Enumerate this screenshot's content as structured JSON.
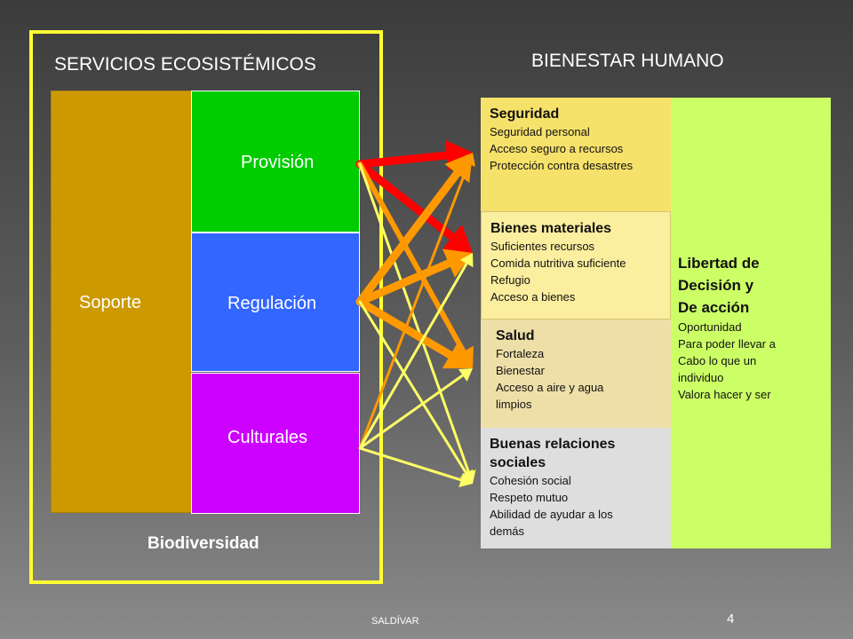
{
  "ecosystem_services": {
    "title": "SERVICIOS ECOSISTÉMICOS",
    "support": "Soporte",
    "provision": "Provisión",
    "regulation": "Regulación",
    "cultural": "Culturales",
    "biodiversity": "Biodiversidad"
  },
  "human_wellbeing": {
    "title": "BIENESTAR HUMANO",
    "security": {
      "title": "Seguridad",
      "items": [
        "Seguridad personal",
        "Acceso seguro a recursos",
        "Protección contra desastres"
      ]
    },
    "material": {
      "title": "Bienes materiales",
      "items": [
        "Suficientes recursos",
        "Comida nutritiva suficiente",
        "Refugio",
        "Acceso a bienes"
      ]
    },
    "health": {
      "title": "Salud",
      "items": [
        "Fortaleza",
        "Bienestar",
        "Acceso a aire y agua",
        "limpios"
      ]
    },
    "social": {
      "title_lines": [
        "Buenas relaciones",
        "sociales"
      ],
      "items": [
        "Cohesión social",
        "Respeto mutuo",
        "Abilidad de ayudar a los",
        "demás"
      ]
    },
    "freedom": {
      "title_lines": [
        "Libertad de",
        "Decisión y",
        "De acción"
      ],
      "items": [
        "Oportunidad",
        "Para poder llevar a",
        "Cabo lo que un",
        "individuo",
        "Valora hacer y ser"
      ]
    }
  },
  "links": [
    {
      "from": "provision",
      "to": "security",
      "strength": "strong",
      "color": "#ff0000"
    },
    {
      "from": "provision",
      "to": "material",
      "strength": "strong",
      "color": "#ff0000"
    },
    {
      "from": "provision",
      "to": "health",
      "strength": "medium",
      "color": "#ff9900"
    },
    {
      "from": "provision",
      "to": "social",
      "strength": "weak",
      "color": "#ffff66"
    },
    {
      "from": "regulation",
      "to": "security",
      "strength": "strong",
      "color": "#ff9900"
    },
    {
      "from": "regulation",
      "to": "material",
      "strength": "strong",
      "color": "#ff9900"
    },
    {
      "from": "regulation",
      "to": "health",
      "strength": "strong",
      "color": "#ff9900"
    },
    {
      "from": "regulation",
      "to": "social",
      "strength": "weak",
      "color": "#ffff66"
    },
    {
      "from": "cultural",
      "to": "security",
      "strength": "weak",
      "color": "#ff9900"
    },
    {
      "from": "cultural",
      "to": "material",
      "strength": "weak",
      "color": "#ffff66"
    },
    {
      "from": "cultural",
      "to": "health",
      "strength": "weak",
      "color": "#ffff66"
    },
    {
      "from": "cultural",
      "to": "social",
      "strength": "weak",
      "color": "#ffff66"
    }
  ],
  "footer": {
    "author": "SALDÍVAR",
    "page": "4"
  }
}
